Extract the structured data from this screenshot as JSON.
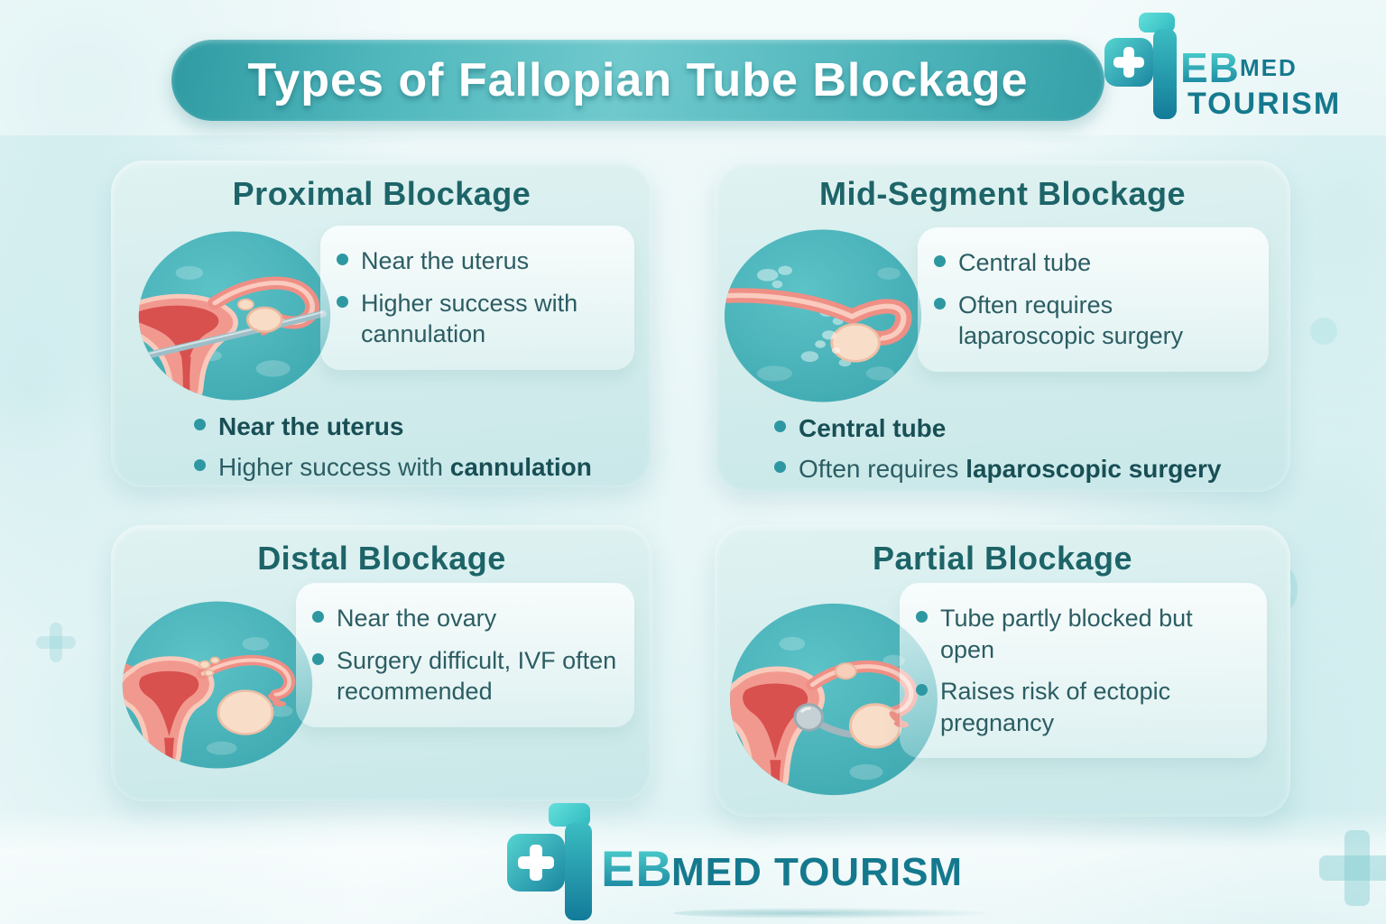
{
  "header": {
    "title": "Types of Fallopian Tube Blockage"
  },
  "logo": {
    "eb": "EB",
    "med": "MED",
    "tourism": "TOURISM",
    "med_tourism": "MED TOURISM"
  },
  "cards": [
    {
      "title": "Proximal Blockage",
      "illustration": "uterus-with-cannulation-catheter-illustration",
      "bullets": [
        "Near the uterus",
        "Higher success with cannulation"
      ],
      "bottom_bullets": [
        {
          "pre": "",
          "strong": "Near the uterus"
        },
        {
          "pre": "Higher success with ",
          "strong": "cannulation"
        }
      ]
    },
    {
      "title": "Mid-Segment Blockage",
      "illustration": "fallopian-tube-central-blockage-illustration",
      "bullets": [
        "Central tube",
        "Often requires laparoscopic surgery"
      ],
      "bottom_bullets": [
        {
          "pre": "",
          "strong": "Central tube"
        },
        {
          "pre": "Often requires ",
          "strong": "laparoscopic surgery"
        }
      ]
    },
    {
      "title": "Distal Blockage",
      "illustration": "uterus-with-distal-tube-blockage-illustration",
      "bullets": [
        "Near the ovary",
        "Surgery difficult, IVF often recommended"
      ]
    },
    {
      "title": "Partial Blockage",
      "illustration": "uterus-with-partial-blockage-catheter-illustration",
      "bullets": [
        "Tube partly blocked but open",
        "Raises risk of ectopic pregnancy"
      ]
    }
  ],
  "colors": {
    "banner_teal": "#3aa4ab",
    "card_background": "#d6eeee",
    "heading_teal": "#1d6468",
    "body_text_teal": "#2b5d63",
    "bold_text_teal": "#184f55",
    "bullet_dot": "#2e98a2",
    "illustration_circle": "#47b2b9",
    "logo_dark_teal": "#15798e",
    "title_text": "#ffffff"
  }
}
